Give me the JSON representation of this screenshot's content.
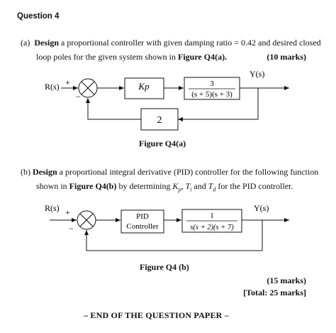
{
  "question_title": "Question 4",
  "part_a": {
    "label": "(a)",
    "line1_bold": "Design",
    "line1_rest": " a proportional controller with given damping ratio = 0.42 and desired closed",
    "line2_start": "loop poles for the given system shown in ",
    "line2_bold": "Figure Q4(a).",
    "marks": "(10 marks)",
    "figure_caption": "Figure Q4(a)",
    "diagram": {
      "input_label": "R(s)",
      "sum_plus": "+",
      "sum_minus": "−",
      "controller_label": "Kp",
      "plant_numerator": "3",
      "plant_denominator": "(s + 5)(s + 3)",
      "feedback_gain": "2",
      "output_label": "Y(s)"
    }
  },
  "part_b": {
    "label": "(b)",
    "line1_bold": "Design",
    "line1_rest": " a proportional integral derivative (PID) controller for the following function",
    "line2_start": "shown in ",
    "line2_bold": "Figure Q4(b)",
    "line2_mid": " by determining ",
    "line2_end": " for the PID controller.",
    "param_kp": "Kp",
    "param_ti": "Ti",
    "param_td": "Td",
    "and_word": " and ",
    "comma": ", ",
    "figure_caption": "Figure Q4 (b)",
    "marks": "(15 marks)",
    "total": "[Total: 25 marks]",
    "diagram": {
      "input_label": "R(s)",
      "sum_plus": "+",
      "sum_minus": "−",
      "controller_line1": "PID",
      "controller_line2": "Controller",
      "plant_numerator": "1",
      "plant_denominator": "s(s + 2)(s + 7)",
      "output_label": "Y(s)"
    }
  },
  "end_text": "– END OF THE QUESTION PAPER –"
}
